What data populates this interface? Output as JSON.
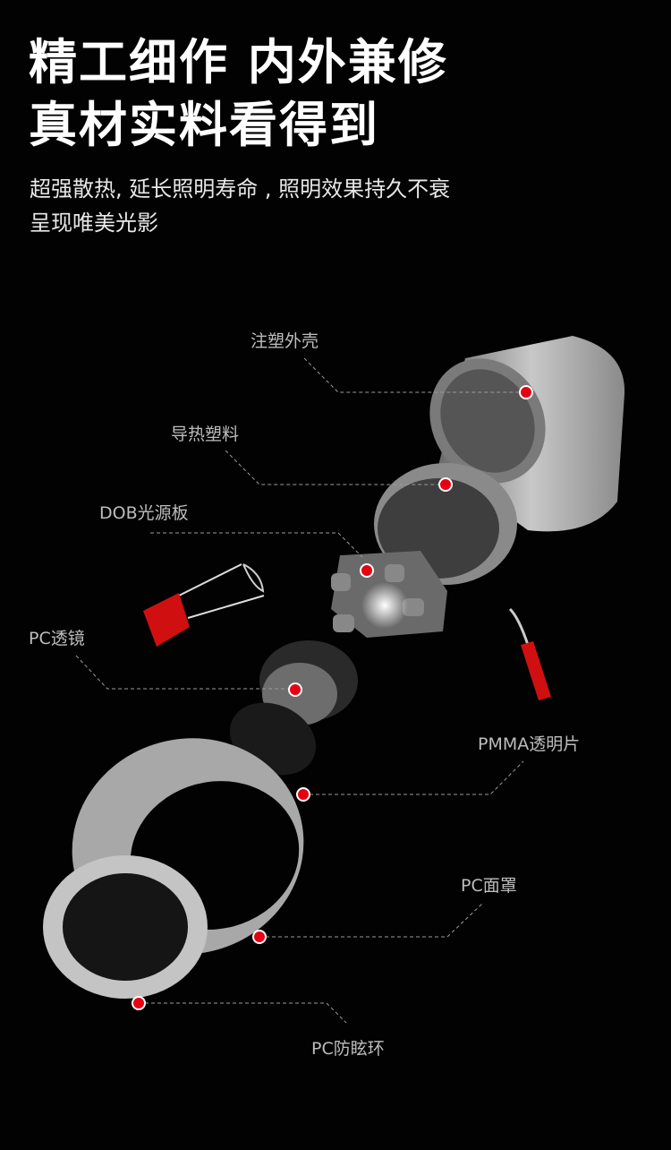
{
  "headline": {
    "line1": "精工细作 内外兼修",
    "line2": "真材实料看得到"
  },
  "subtitle": {
    "line1": "超强散热, 延长照明寿命 , 照明效果持久不衰",
    "line2": "呈现唯美光影"
  },
  "parts": [
    {
      "label": "注塑外壳"
    },
    {
      "label": "导热塑料"
    },
    {
      "label": "DOB光源板"
    },
    {
      "label": "PC透镜"
    },
    {
      "label": "PMMA透明片"
    },
    {
      "label": "PC面罩"
    },
    {
      "label": "PC防眩环"
    }
  ],
  "colors": {
    "marker": "#e60012",
    "part": "#9a9a9a",
    "clip": "#d01010"
  }
}
